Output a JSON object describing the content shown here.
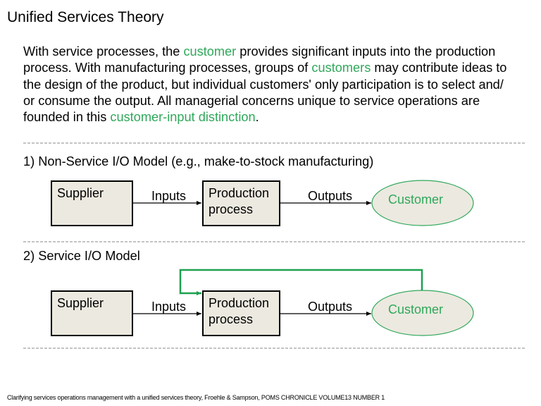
{
  "title": "Unified Services Theory",
  "paragraph": {
    "segments": [
      {
        "text": "With service processes, the ",
        "highlight": false
      },
      {
        "text": "customer",
        "highlight": true
      },
      {
        "text": " provides significant inputs into the production process. With manufacturing processes, groups of ",
        "highlight": false
      },
      {
        "text": "customers",
        "highlight": true
      },
      {
        "text": " may contribute ideas to the design of the product, but individual customers' only participation is to select and/ or consume the output.  All managerial concerns unique to service operations are founded in this ",
        "highlight": false
      },
      {
        "text": "customer-input distinction",
        "highlight": true
      },
      {
        "text": ".",
        "highlight": false
      }
    ],
    "lines": [
      [
        "With service processes, the ",
        "customer",
        " provides significant inputs into the production"
      ],
      [
        "process. With manufacturing processes, groups of ",
        "customers",
        " may contribute ideas to"
      ],
      [
        "the design of the product, but individual customers' only participation is to select and/"
      ],
      [
        "or consume the output.  All managerial concerns unique to service operations are"
      ],
      [
        "founded in this ",
        "customer-input distinction",
        "."
      ]
    ]
  },
  "models": [
    {
      "heading": "1) Non-Service I/O Model (e.g., make-to-stock manufacturing)",
      "supplier": "Supplier",
      "inputs": "Inputs",
      "production_line1": "Production",
      "production_line2": "process",
      "outputs": "Outputs",
      "customer": "Customer",
      "customer_feedback_loop": false
    },
    {
      "heading": "2) Service I/O Model",
      "supplier": "Supplier",
      "inputs": "Inputs",
      "production_line1": "Production",
      "production_line2": "process",
      "outputs": "Outputs",
      "customer": "Customer",
      "customer_feedback_loop": true
    }
  ],
  "footer": "Clarifying services operations management with a unified services theory, Froehle & Sampson, POMS CHRONICLE VOLUME13 NUMBER 1",
  "colors": {
    "highlight": "#2fa85a",
    "box_fill": "#ece9e0",
    "loop": "#1fa050",
    "dash": "#888888"
  }
}
